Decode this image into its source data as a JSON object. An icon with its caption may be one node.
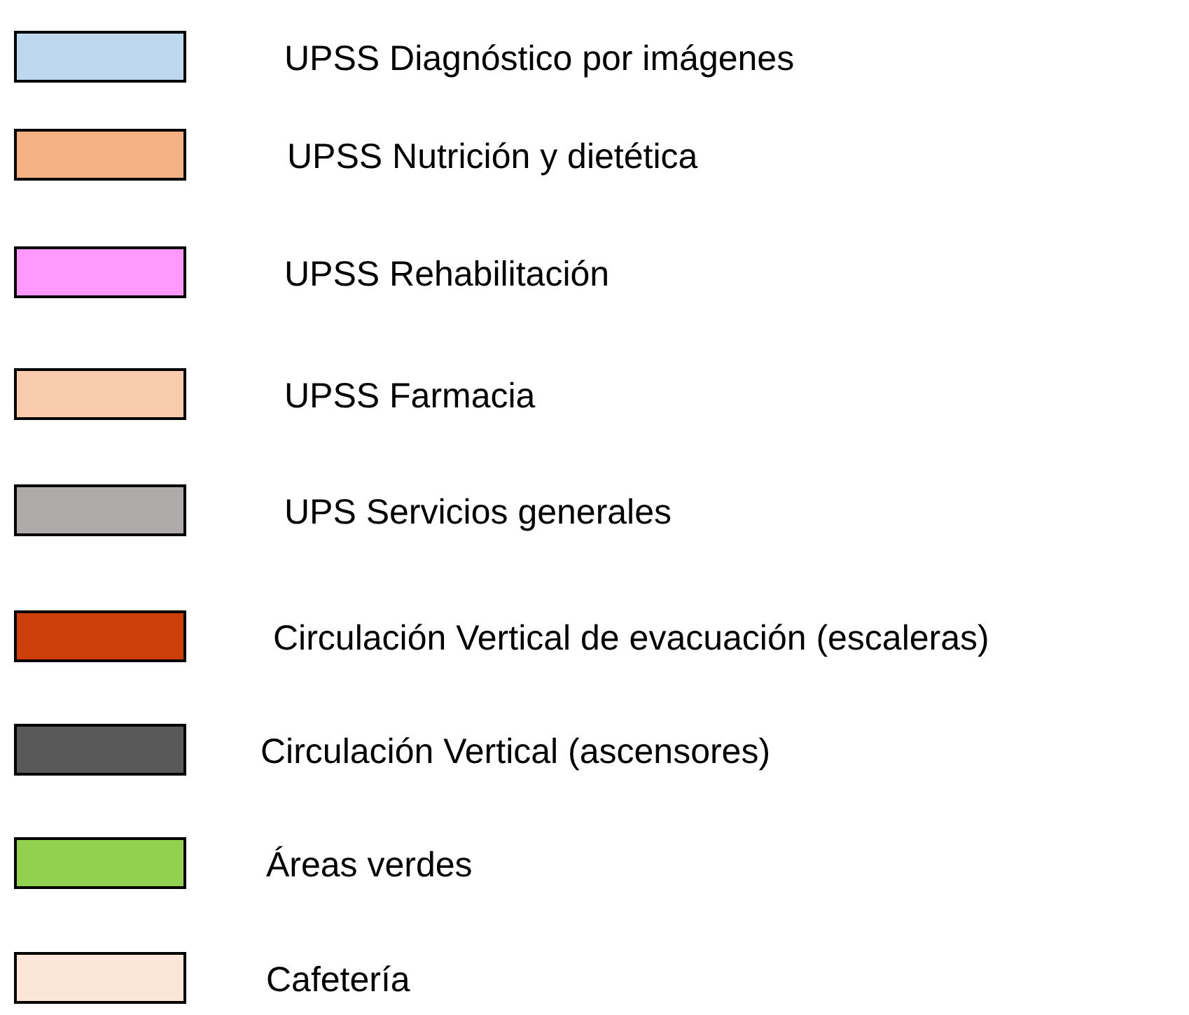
{
  "diagram": {
    "legend": [
      {
        "text": "UPSS Diagnóstico por imágenes",
        "color": "#bdd7ee"
      },
      {
        "text": "UPSS Nutrición y dietética",
        "color": "#f4b183"
      },
      {
        "text": "UPSS Rehabilitación",
        "color": "#ff99ff"
      },
      {
        "text": "UPSS Farmacia",
        "color": "#f8cbad"
      },
      {
        "text": "UPS Servicios generales",
        "color": "#aeaaaa"
      },
      {
        "text": "Circulación Vertical de evacuación (escaleras)",
        "color": "#cc3f0a"
      },
      {
        "text": "Circulación Vertical (ascensores)",
        "color": "#595959"
      },
      {
        "text": "Áreas verdes",
        "color": "#92d050"
      },
      {
        "text": "Cafetería",
        "color": "#fbe5d6"
      }
    ]
  }
}
